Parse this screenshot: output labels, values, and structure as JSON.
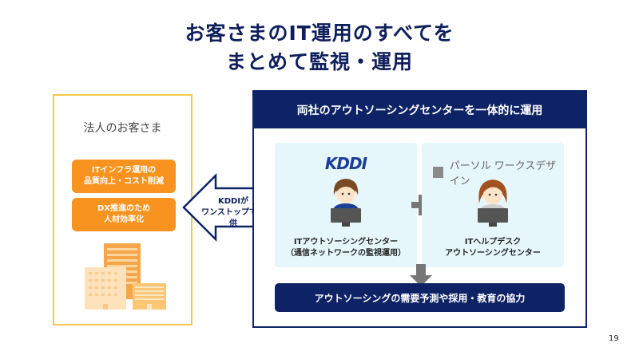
{
  "title": {
    "line1": "お客さまのIT運用のすべてを",
    "line2": "まとめて監視・運用"
  },
  "customer": {
    "heading": "法人のお客さま",
    "benefits": [
      {
        "line1": "ITインフラ運用の",
        "line2": "品質向上・コスト削減"
      },
      {
        "line1": "DX推進のため",
        "line2": "人材効率化"
      }
    ],
    "icon": "office-buildings-icon"
  },
  "arrow": {
    "line1": "KDDIが",
    "line2": "ワンストップで提供"
  },
  "operations": {
    "header": "両社のアウトソーシングセンターを一体的に運用",
    "partners": [
      {
        "logo": "KDDI",
        "caption_line1": "ITアウトソーシングセンター",
        "caption_line2": "（通信ネットワークの監視運用）"
      },
      {
        "logo": "パーソル ワークスデザイン",
        "caption_line1": "ITヘルプデスク",
        "caption_line2": "アウトソーシングセンター"
      }
    ],
    "cooperation": "アウトソーシングの需要予測や採用・教育の協力"
  },
  "colors": {
    "navy": "#0e2366",
    "orange": "#f7931e",
    "yellow_border": "#f5c94a",
    "panel_bg": "#e6f7fc"
  },
  "page_number": "19"
}
